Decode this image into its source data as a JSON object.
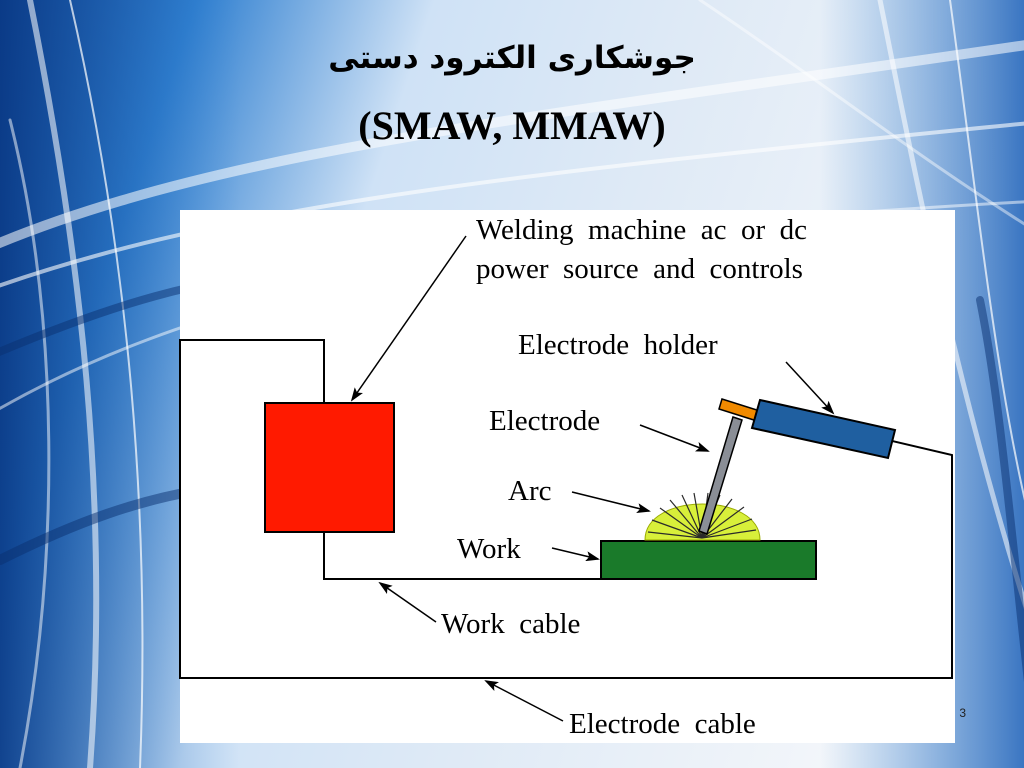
{
  "slide": {
    "title_fa": "جوشکاری الکترود دستی",
    "title_en": "(SMAW, MMAW)",
    "page_number": "3"
  },
  "diagram": {
    "labels": {
      "machine_line1": "Welding  machine  ac  or  dc",
      "machine_line2": "power  source  and  controls",
      "electrode_holder": "Electrode  holder",
      "electrode": "Electrode",
      "arc": "Arc",
      "work": "Work",
      "work_cable": "Work  cable",
      "electrode_cable": "Electrode  cable"
    },
    "colors": {
      "machine": "#ff1a00",
      "work_piece": "#1a7a2a",
      "holder": "#1f5fa0",
      "electrode_tip": "#f08a00",
      "arc": "#d8ef3a",
      "electrode_rod": "#8a8e96"
    }
  },
  "background": {
    "colors": {
      "deep": "#0d3f8f",
      "mid": "#3a8ad8",
      "light": "#e8f1fb"
    }
  }
}
